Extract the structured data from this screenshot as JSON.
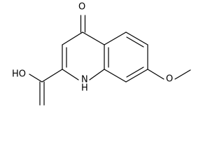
{
  "molecule": {
    "atoms": {
      "carbonyl_oxygen": "O",
      "hydroxyl": "HO",
      "ring_nitrogen": "H\nN",
      "ring_nitrogen_h": "H",
      "ring_nitrogen_n": "N",
      "methoxy_oxygen": "O"
    }
  }
}
